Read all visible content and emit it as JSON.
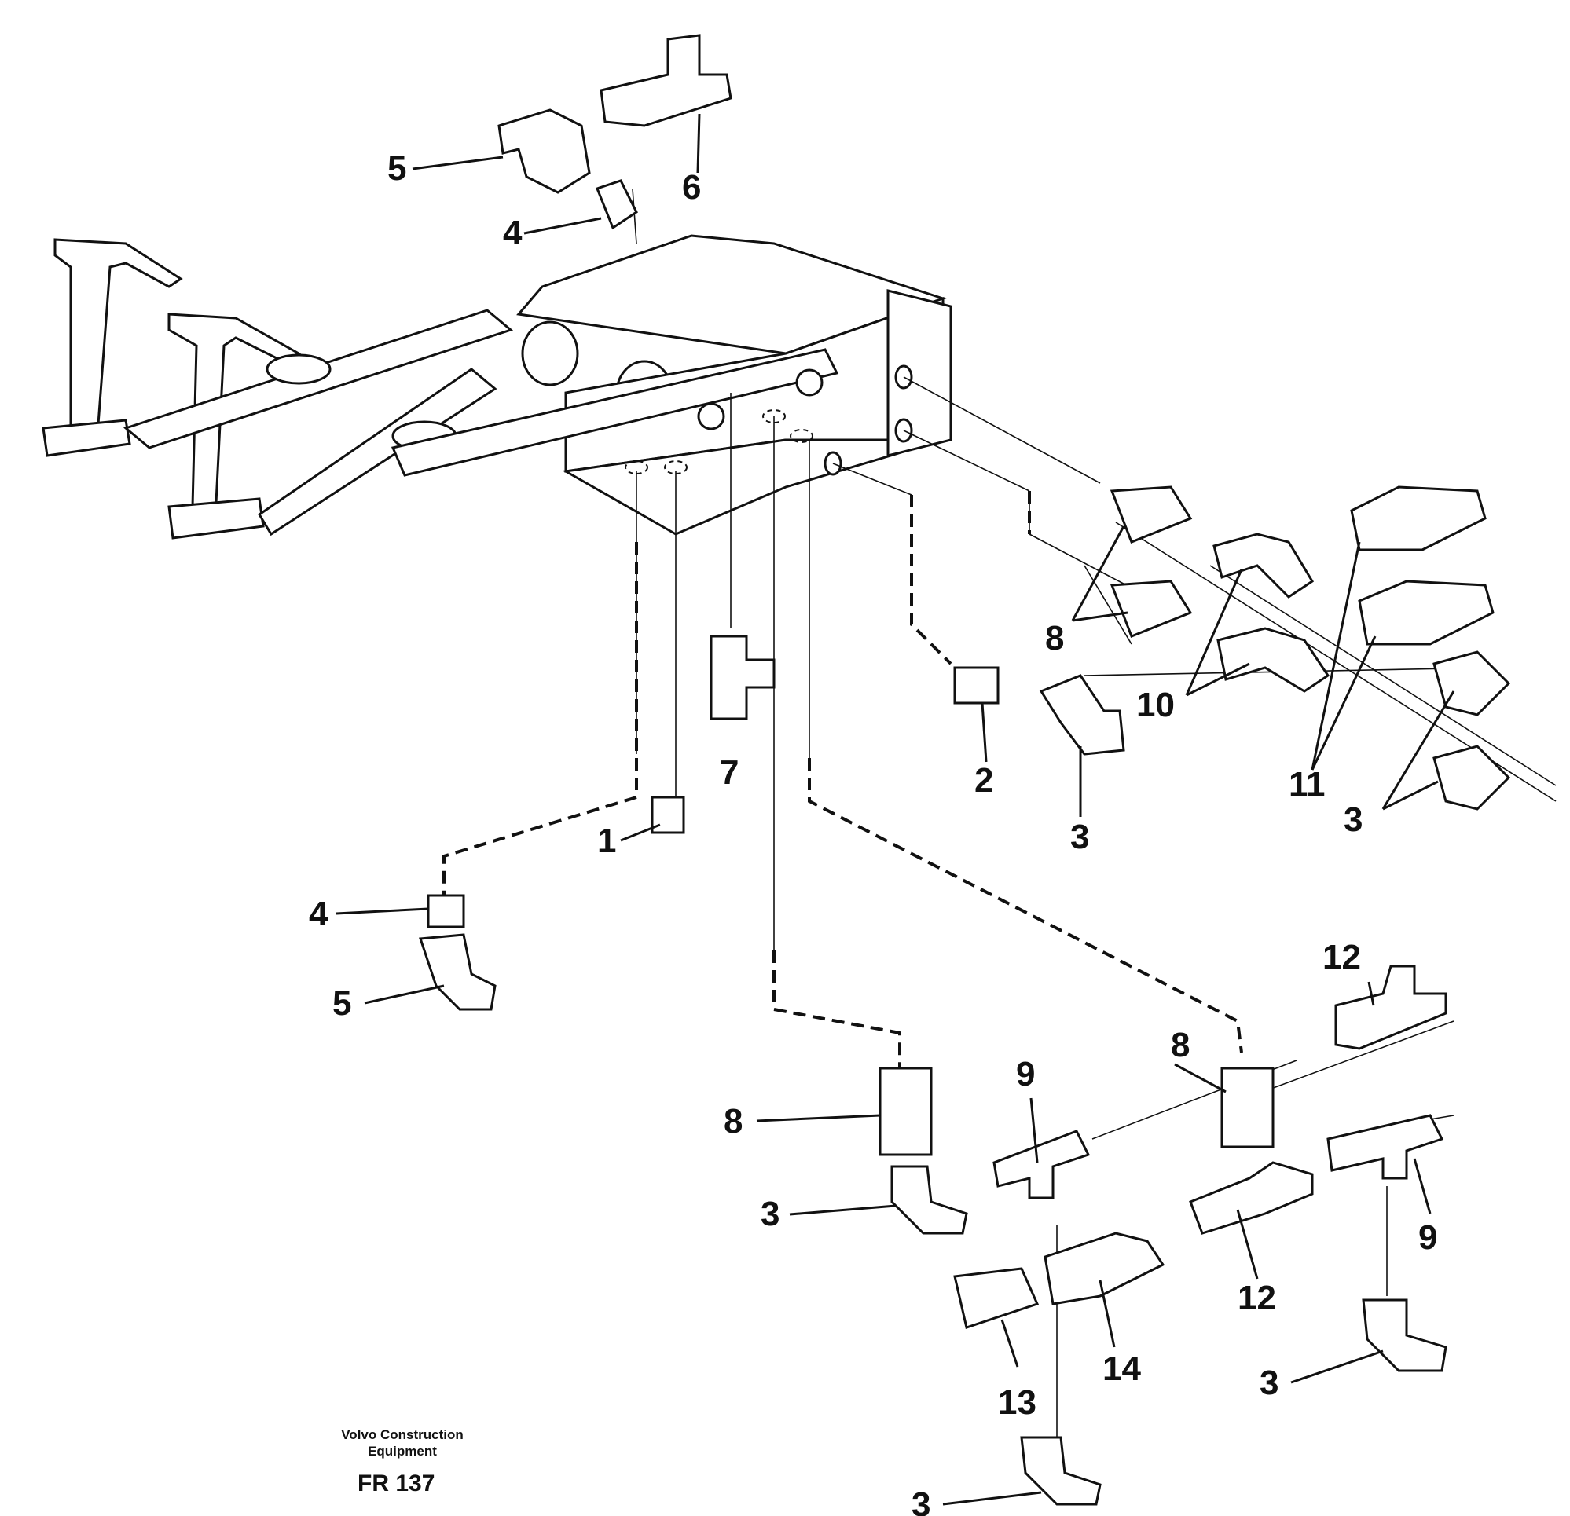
{
  "labels": {
    "p1": "1",
    "p2": "2",
    "p3": "3",
    "p4": "4",
    "p5": "5",
    "p6": "6",
    "p7": "7",
    "p8": "8",
    "p9": "9",
    "p10": "10",
    "p11": "11",
    "p12": "12",
    "p13": "13",
    "p14": "14"
  },
  "footer": {
    "brand_line1": "Volvo Construction",
    "brand_line2": "Equipment",
    "ref_code": "FR 137"
  }
}
